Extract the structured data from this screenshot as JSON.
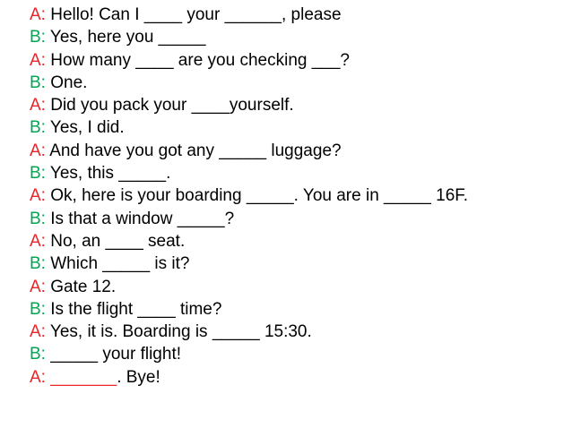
{
  "colors": {
    "speaker_a": "#e8262b",
    "speaker_b": "#00a651",
    "text": "#000000",
    "background": "#ffffff"
  },
  "dialogue": {
    "lines": [
      {
        "speaker_label": "A:",
        "text": "Hello! Can I ____ your ______, please"
      },
      {
        "speaker_label": "B:",
        "text": "Yes, here you _____"
      },
      {
        "speaker_label": "A:",
        "text": "How many ____ are you checking ___?"
      },
      {
        "speaker_label": "B:",
        "text": "One."
      },
      {
        "speaker_label": "A:",
        "text": "Did you pack your ____yourself."
      },
      {
        "speaker_label": "B:",
        "text": "Yes, I did."
      },
      {
        "speaker_label": "A:",
        "text": "And have you got any _____ luggage?"
      },
      {
        "speaker_label": "B:",
        "text": "Yes, this _____."
      },
      {
        "speaker_label": "A:",
        "text": "Ok, here is your boarding _____. You are in _____ 16F."
      },
      {
        "speaker_label": "B:",
        "text": "Is that a window _____?"
      },
      {
        "speaker_label": "A:",
        "text": "No, an ____ seat."
      },
      {
        "speaker_label": "B:",
        "text": "Which _____ is it?"
      },
      {
        "speaker_label": "A:",
        "text": "Gate 12."
      },
      {
        "speaker_label": "B:",
        "text": "Is the flight ____ time?"
      },
      {
        "speaker_label": "A:",
        "text": "Yes, it is. Boarding is _____ 15:30."
      },
      {
        "speaker_label": "B:",
        "text": "_____ your flight!"
      },
      {
        "speaker_label": "A:",
        "blank": "_______",
        "text": ". Bye!"
      }
    ]
  }
}
